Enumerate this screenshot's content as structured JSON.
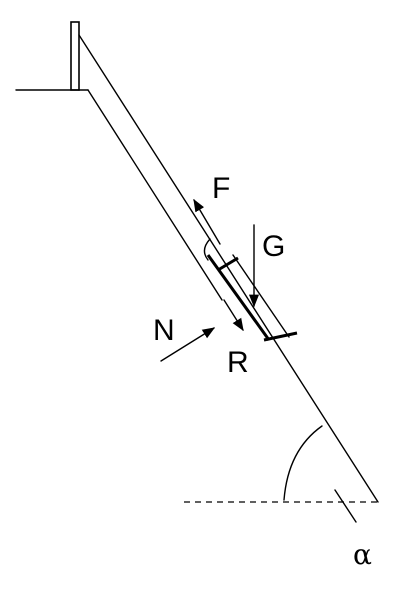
{
  "labels": {
    "friction_force": "F",
    "gravity": "G",
    "normal_force": "N",
    "reaction": "R",
    "angle": "α"
  },
  "colors": {
    "stroke": "#000000",
    "background": "#ffffff"
  }
}
